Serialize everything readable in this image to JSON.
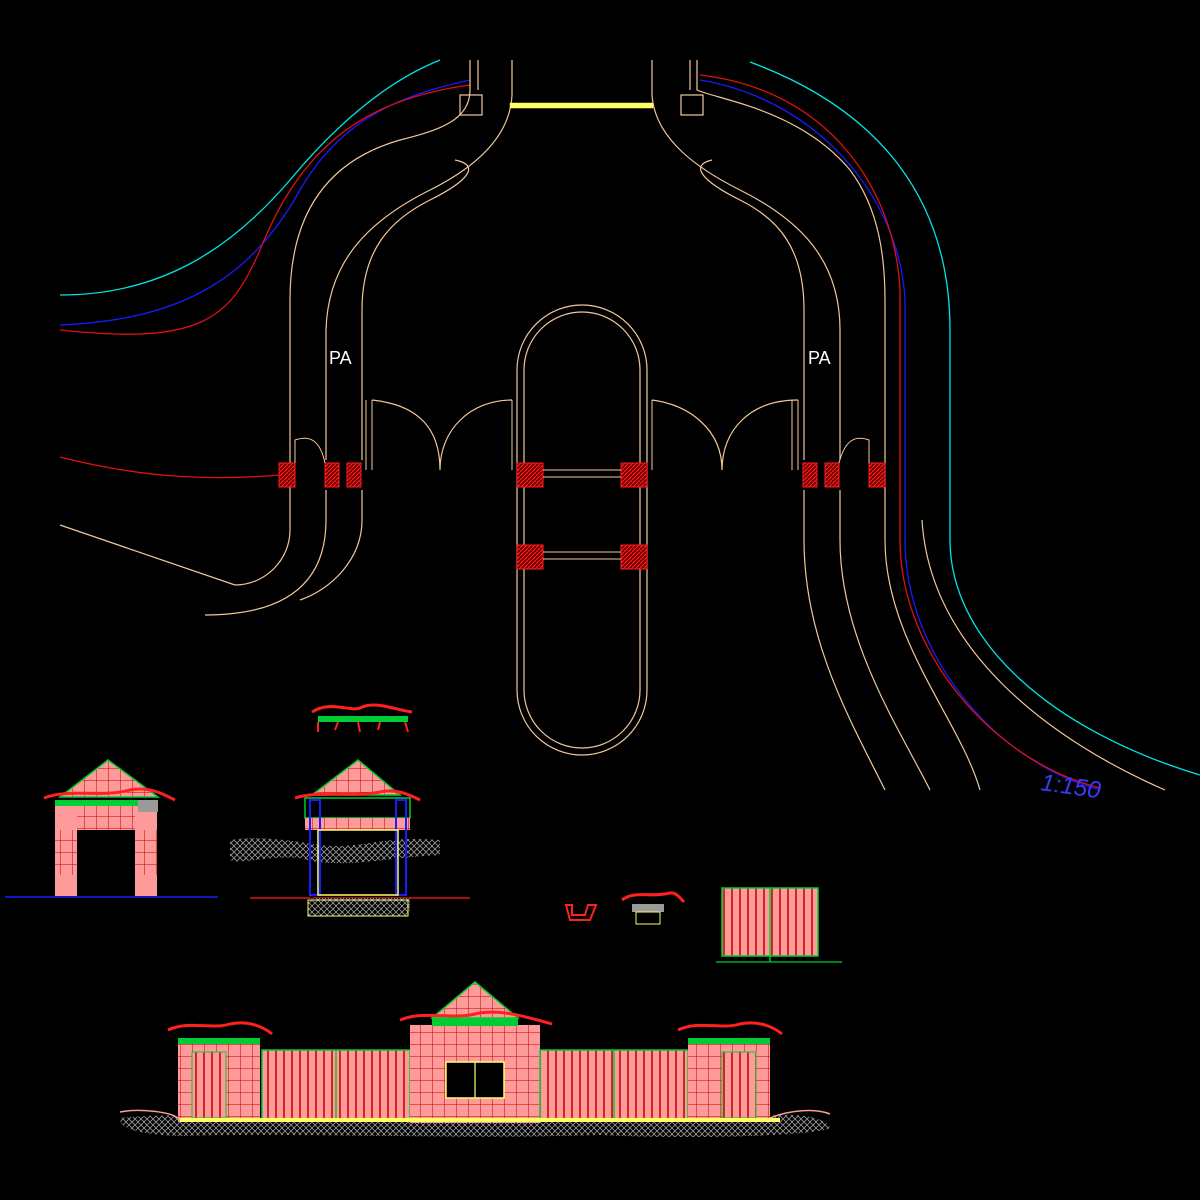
{
  "plan": {
    "lane_label_left": "PA",
    "lane_label_right": "PA",
    "scale_label": "1:150"
  },
  "colors": {
    "background": "#000000",
    "outline": "#f2c79a",
    "cyan": "#00e5e5",
    "blue": "#1a1aff",
    "red": "#e01010",
    "pink": "#ff9a9a",
    "green": "#00cc33",
    "yellow": "#ffff66",
    "gray": "#b0b0b0"
  }
}
